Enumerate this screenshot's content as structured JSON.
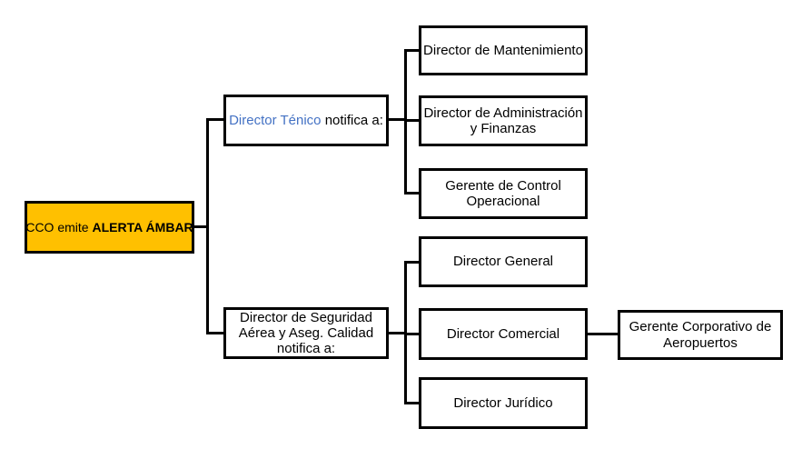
{
  "colors": {
    "alert_fill": "#FFC000",
    "highlight_text": "#4472C4",
    "line": "#000000",
    "box_border": "#000000"
  },
  "root": {
    "prefix": "CCO emite ",
    "alert": "ALERTA ÁMBAR"
  },
  "technical_branch": {
    "highlight": "Director Ténico",
    "suffix": " notifica a:"
  },
  "safety_branch": {
    "label": "Director de Seguridad Aérea y Aseg. Calidad notifica a:"
  },
  "technical_children": [
    "Director de Mantenimiento",
    "Director de Administración y Finanzas",
    "Gerente de Control Operacional"
  ],
  "safety_children": [
    "Director General",
    "Director Comercial",
    "Director Jurídico"
  ],
  "commercial_children": [
    "Gerente Corporativo de Aeropuertos"
  ]
}
